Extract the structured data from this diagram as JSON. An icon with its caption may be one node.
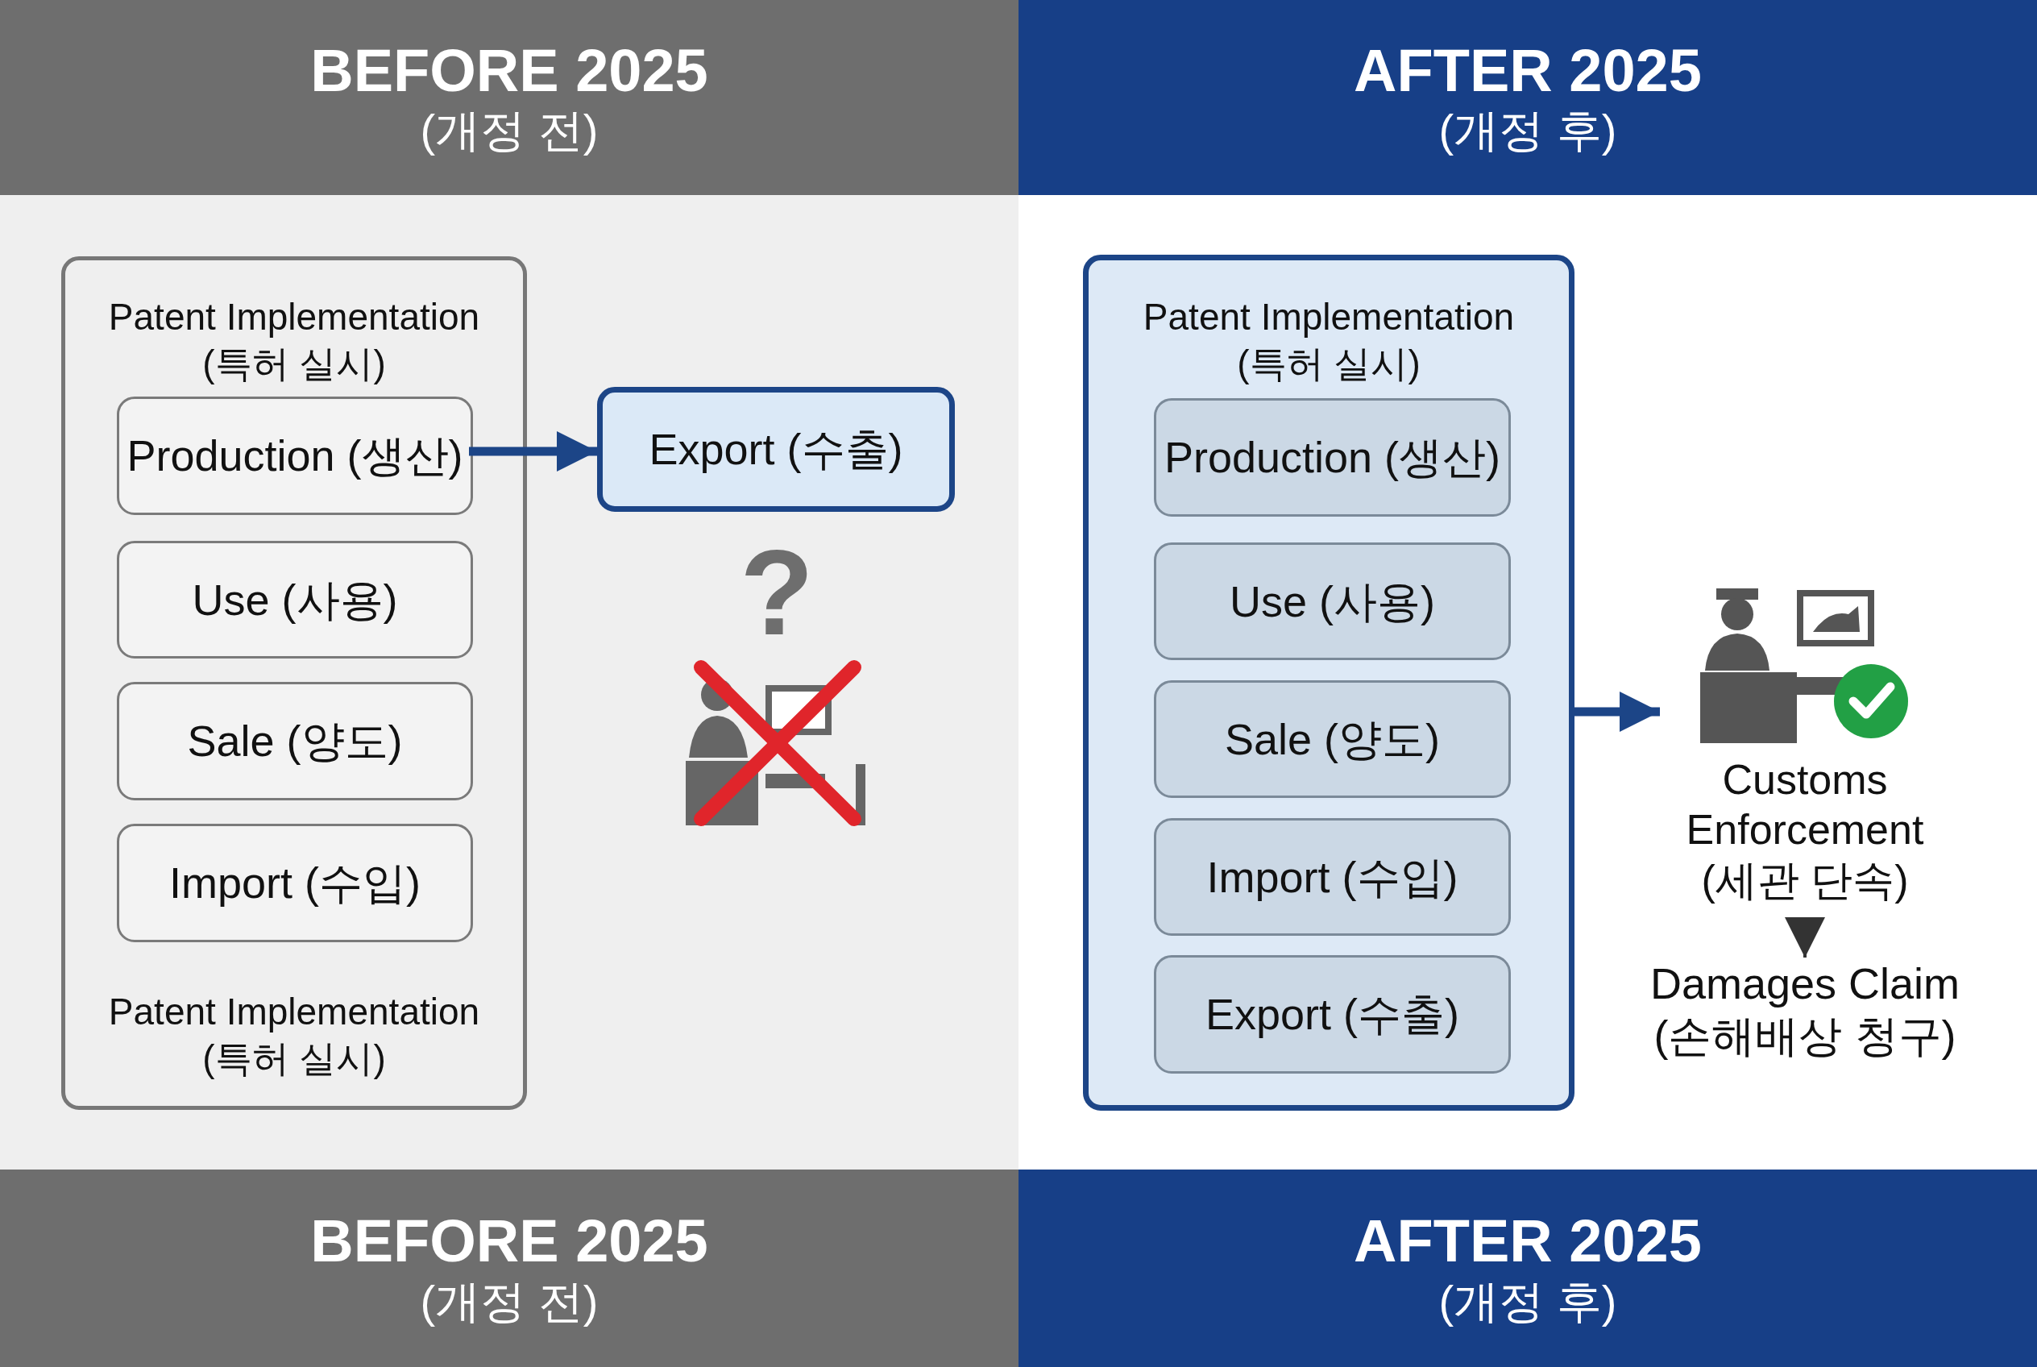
{
  "diagram": {
    "nodes": [
      {
        "text": [
          "BEFORE 2025",
          "(개정 전)"
        ]
      },
      {
        "text": [
          "AFTER 2025",
          "(개정 후)"
        ]
      },
      {
        "text": [
          "Patent Implementation (특허 실시)",
          "Patent Implementation (특허 실시)"
        ]
      },
      {
        "text": [
          "Production (생산)"
        ],
        "in": 2
      },
      {
        "text": [
          "Use (사용)"
        ],
        "in": 2
      },
      {
        "text": [
          "Sale (양도)"
        ],
        "in": 2
      },
      {
        "text": [
          "Import (수입)"
        ],
        "in": 2
      },
      {
        "text": [
          "Export (수출)"
        ]
      },
      {
        "text": [
          "Patent Implementation (특허 실시)"
        ]
      },
      {
        "text": [
          "Production (생산)"
        ],
        "in": 8
      },
      {
        "text": [
          "Use (사용)"
        ],
        "in": 8
      },
      {
        "text": [
          "Sale (양도)"
        ],
        "in": 8
      },
      {
        "text": [
          "Import (수입)"
        ],
        "in": 8
      },
      {
        "text": [
          "Export (수출)"
        ],
        "in": 8
      },
      {
        "text": [
          "Customs Enforcement (세관 단속)"
        ]
      },
      {
        "text": [
          "Damages Claim (손해배상 청구)"
        ]
      },
      {
        "text": [
          "BEFORE 2025",
          "(개정 전)"
        ]
      },
      {
        "text": [
          "AFTER 2025",
          "(개정 후)"
        ]
      }
    ],
    "edges": [
      {
        "from": 3,
        "to": 7,
        "arrow": "to"
      },
      {
        "from": 8,
        "to": 14,
        "arrow": "to"
      },
      {
        "from": 14,
        "to": 15,
        "arrow": "to",
        "color": "#333333"
      }
    ],
    "labels": [
      "?"
    ]
  }
}
